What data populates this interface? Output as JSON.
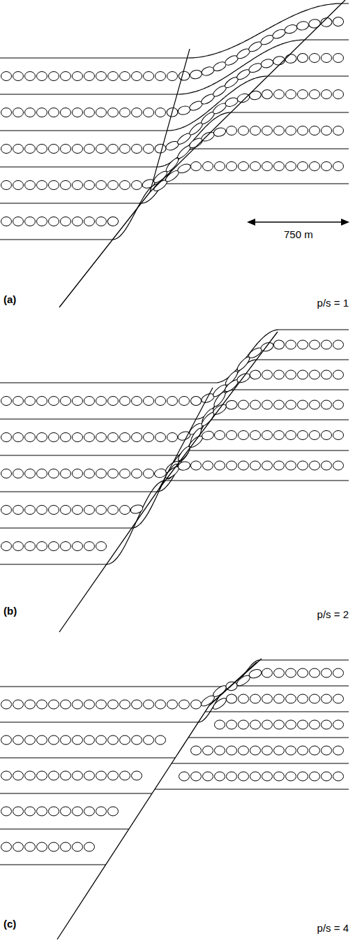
{
  "diagram": {
    "labels": [
      "750 m",
      "(a)",
      "p/s = 1",
      "(b)",
      "p/s = 2",
      "(c)",
      "p/s = 4"
    ]
  }
}
